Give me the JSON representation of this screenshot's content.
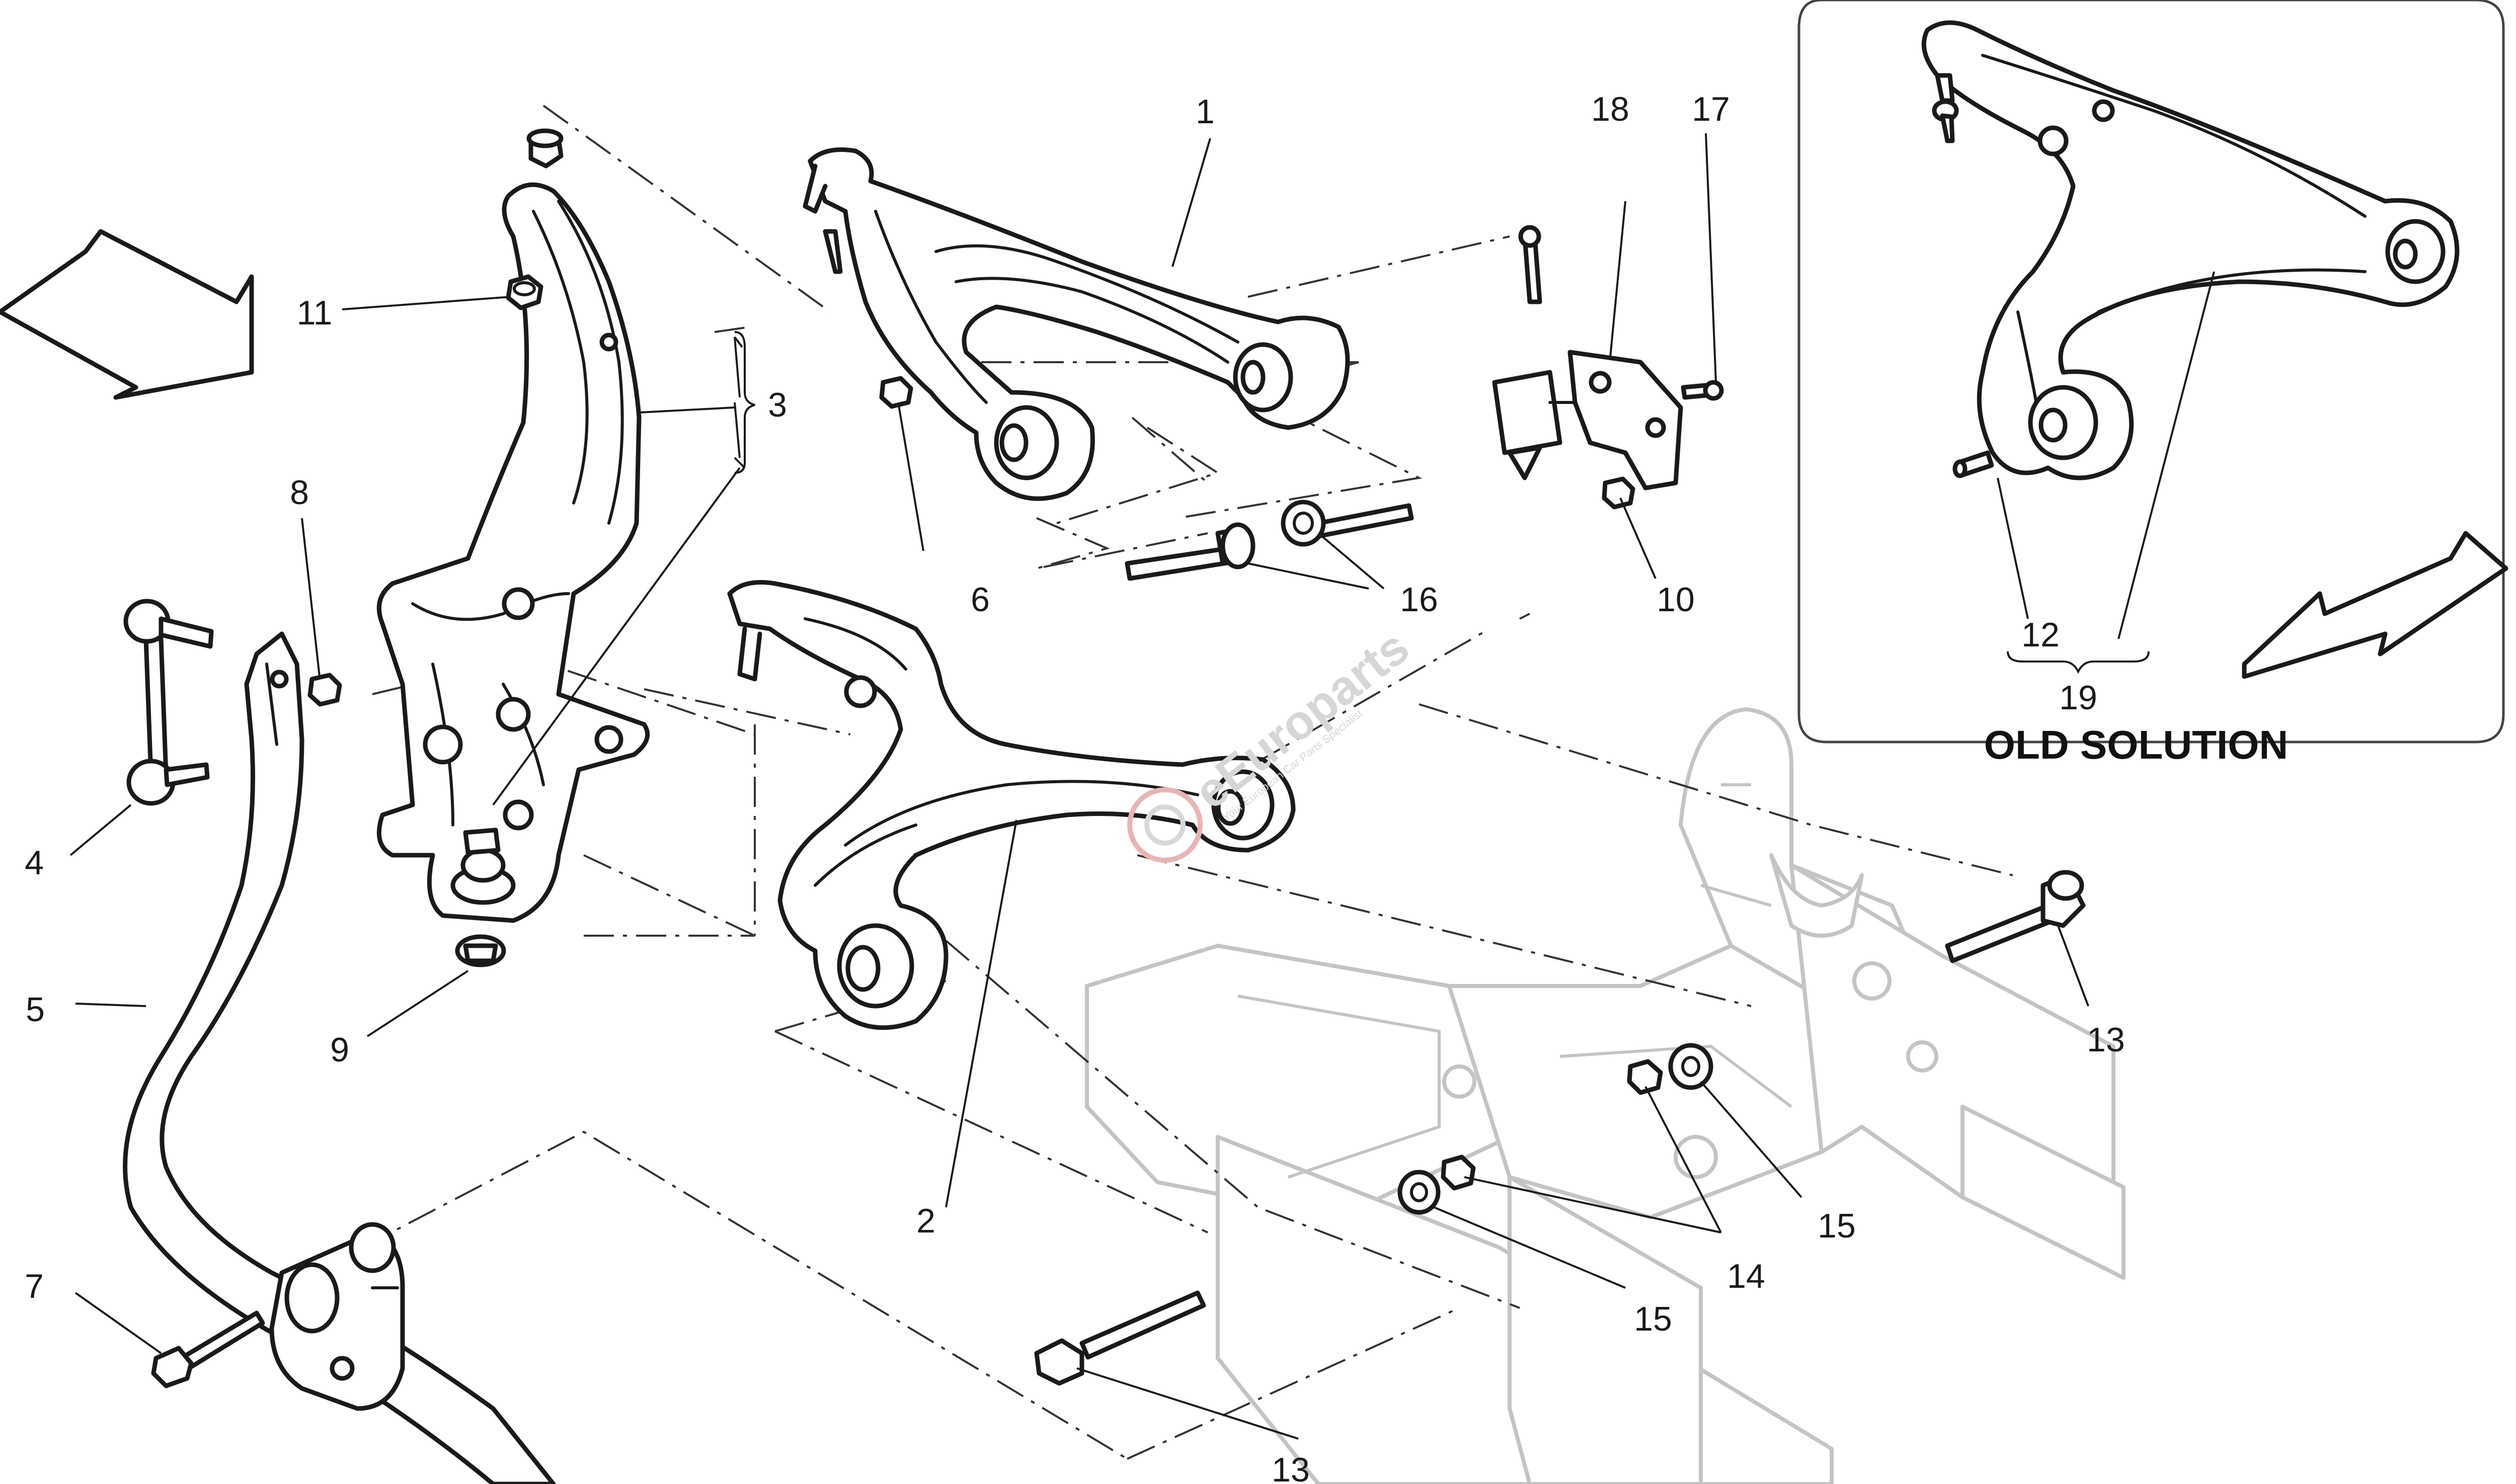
{
  "diagram": {
    "labels": {
      "l1": "1",
      "l2": "2",
      "l3": "3",
      "l4": "4",
      "l5": "5",
      "l6": "6",
      "l7": "7",
      "l8": "8",
      "l9": "9",
      "l10": "10",
      "l11": "11",
      "l12": "12",
      "l13a": "13",
      "l13b": "13",
      "l14": "14",
      "l15a": "15",
      "l15b": "15",
      "l16": "16",
      "l17": "17",
      "l18": "18",
      "l19": "19"
    },
    "inset": {
      "title": "OLD SOLUTION"
    },
    "watermark": {
      "brand": "eEuroparts",
      "tagline": "Your European Car Parts Specialist"
    }
  }
}
